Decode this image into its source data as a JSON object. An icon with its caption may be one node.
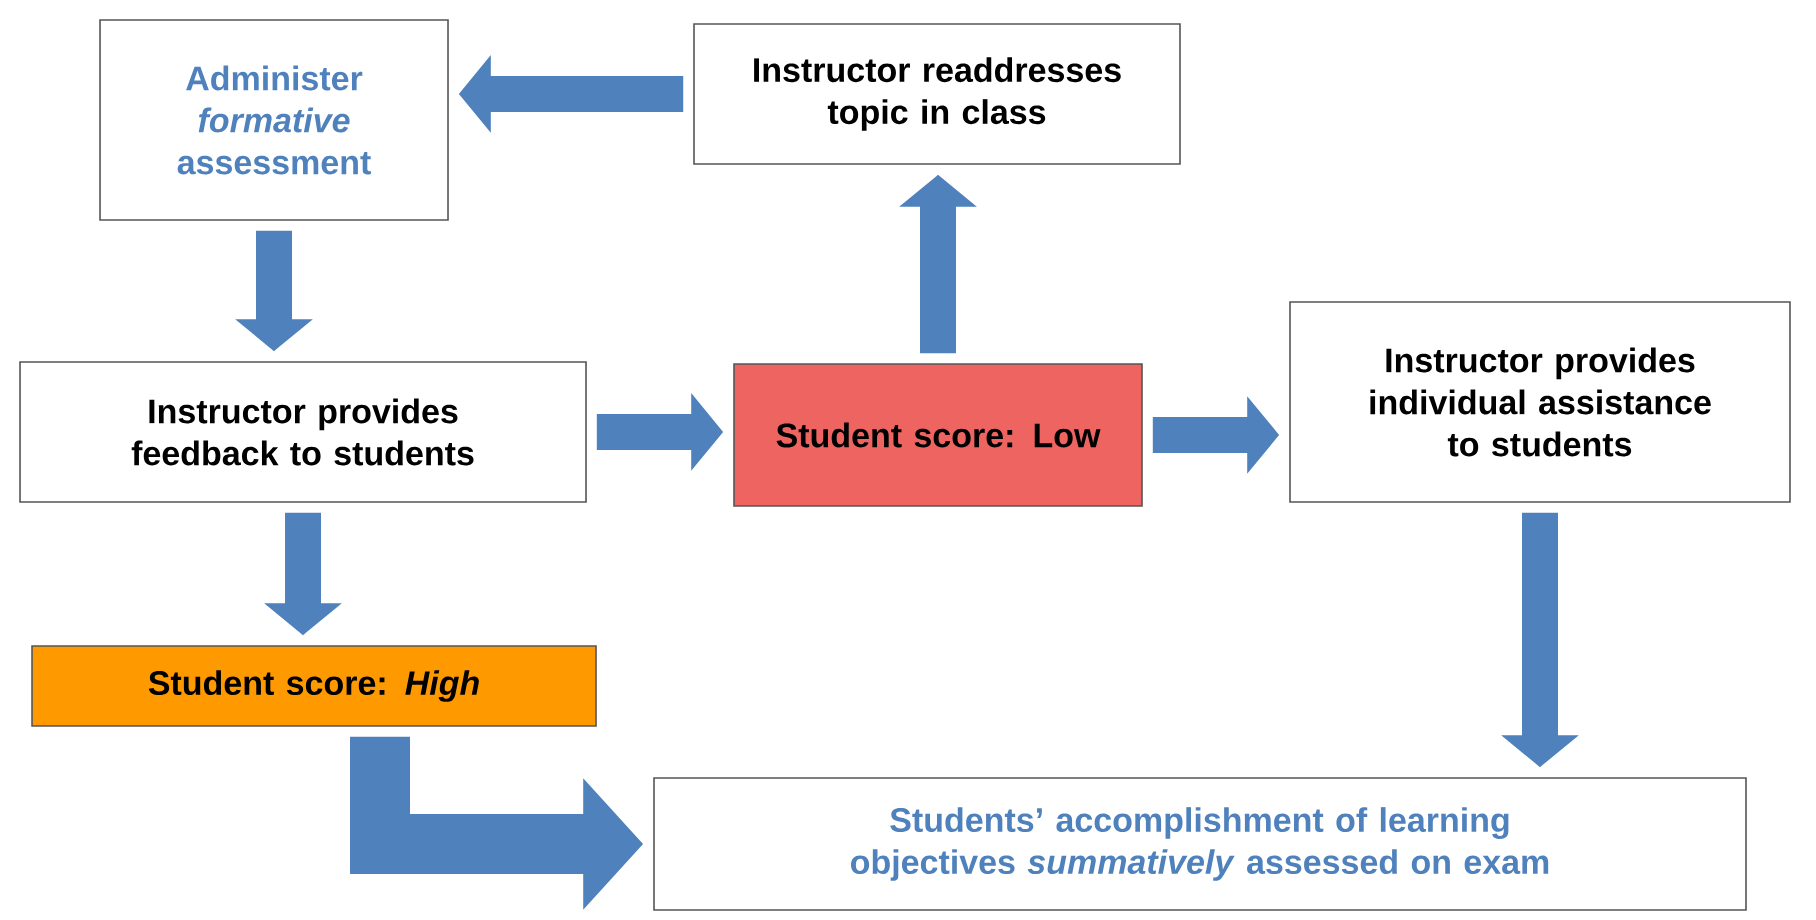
{
  "diagram": {
    "nodes": [
      {
        "text": [
          "Administer *formative* assessment"
        ]
      },
      {
        "text": [
          "Instructor readdresses topic in class"
        ]
      },
      {
        "text": [
          "Instructor provides feedback to students"
        ]
      },
      {
        "text": [
          "Student score: Low"
        ]
      },
      {
        "text": [
          "Instructor provides individual assistance to students"
        ]
      },
      {
        "text": [
          "Student score: *High*"
        ]
      },
      {
        "text": [
          "Students’ accomplishment of learning objectives *summatively* assessed on exam"
        ]
      }
    ],
    "edges": [
      {
        "from": 1,
        "to": 0,
        "arrow": "to"
      },
      {
        "from": 0,
        "to": 2,
        "arrow": "to"
      },
      {
        "from": 2,
        "to": 3,
        "arrow": "to"
      },
      {
        "from": 3,
        "to": 1,
        "arrow": "to"
      },
      {
        "from": 3,
        "to": 4,
        "arrow": "to"
      },
      {
        "from": 2,
        "to": 5,
        "arrow": "to"
      },
      {
        "from": 4,
        "to": 6,
        "arrow": "to"
      },
      {
        "from": 5,
        "to": 6,
        "arrow": "to"
      }
    ]
  }
}
